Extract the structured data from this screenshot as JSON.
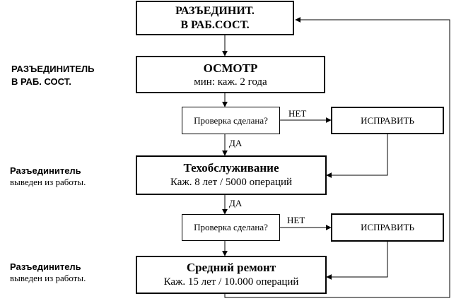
{
  "boxes": {
    "disconnect_working": {
      "line1": "РАЗЪЕДИНИТ.",
      "line2": "В РАБ.СОСТ."
    },
    "inspection": {
      "title": "ОСМОТР",
      "subtitle": "мин:  каж. 2 года"
    },
    "check1": {
      "text": "Проверка сделана?"
    },
    "fix1": {
      "text": "ИСПРАВИТЬ"
    },
    "maintenance": {
      "title": "Техобслуживание",
      "subtitle": "Каж. 8 лет / 5000 операций"
    },
    "check2": {
      "text": "Проверка сделана?"
    },
    "fix2": {
      "text": "ИСПРАВИТЬ"
    },
    "repair": {
      "title": "Средний ремонт",
      "subtitle": "Каж. 15 лет / 10.000 операций"
    }
  },
  "side_labels": {
    "state1": {
      "line1": "РАЗЪЕДИНИТЕЛЬ",
      "line2": "В РАБ. СОСТ."
    },
    "state2": {
      "line1": "Разъединитель",
      "line2": "выведен из работы."
    },
    "state3": {
      "line1": "Разъединитель",
      "line2": "выведен из работы."
    }
  },
  "edge_labels": {
    "no1": "НЕТ",
    "yes1": "ДА",
    "yes2": "ДА",
    "no2": "НЕТ"
  }
}
